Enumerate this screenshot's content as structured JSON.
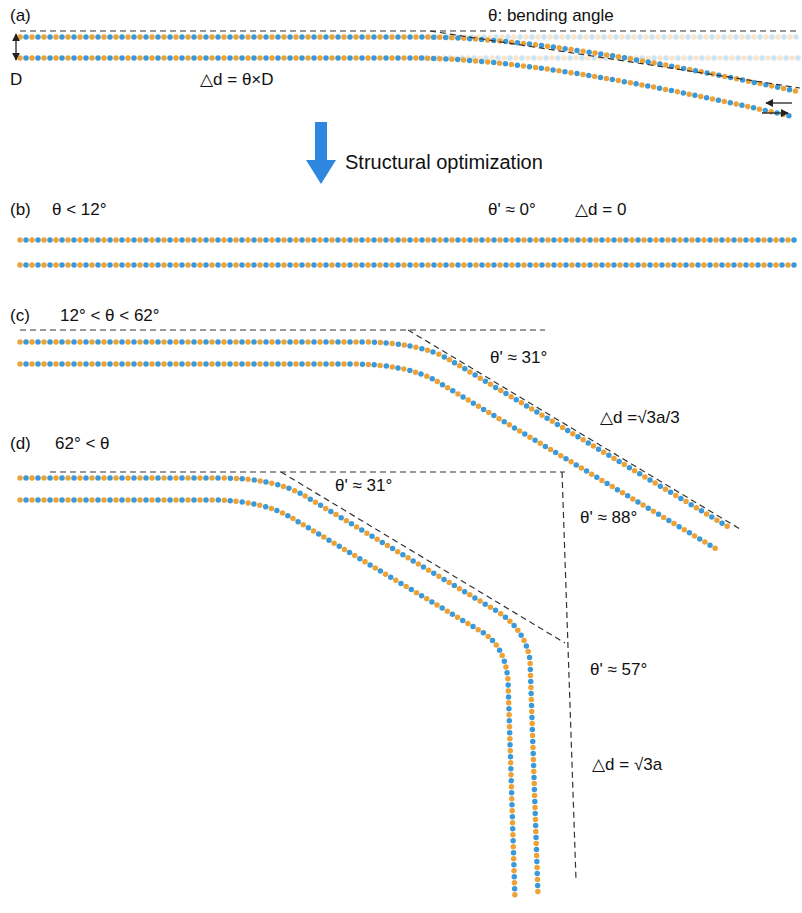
{
  "diagram": {
    "labels": [
      "(a)",
      "θ: bending angle",
      "D",
      "△d = θ×D",
      "Structural optimization",
      "(b)",
      "θ < 12°",
      "θ' ≈ 0°",
      "△d = 0",
      "(c)",
      "12° < θ < 62°",
      "θ' ≈ 31°",
      "△d =√3a/3",
      "(d)",
      "62° < θ",
      "θ' ≈ 31°",
      "θ' ≈ 88°",
      "θ' ≈ 57°",
      "△d = √3a"
    ]
  }
}
